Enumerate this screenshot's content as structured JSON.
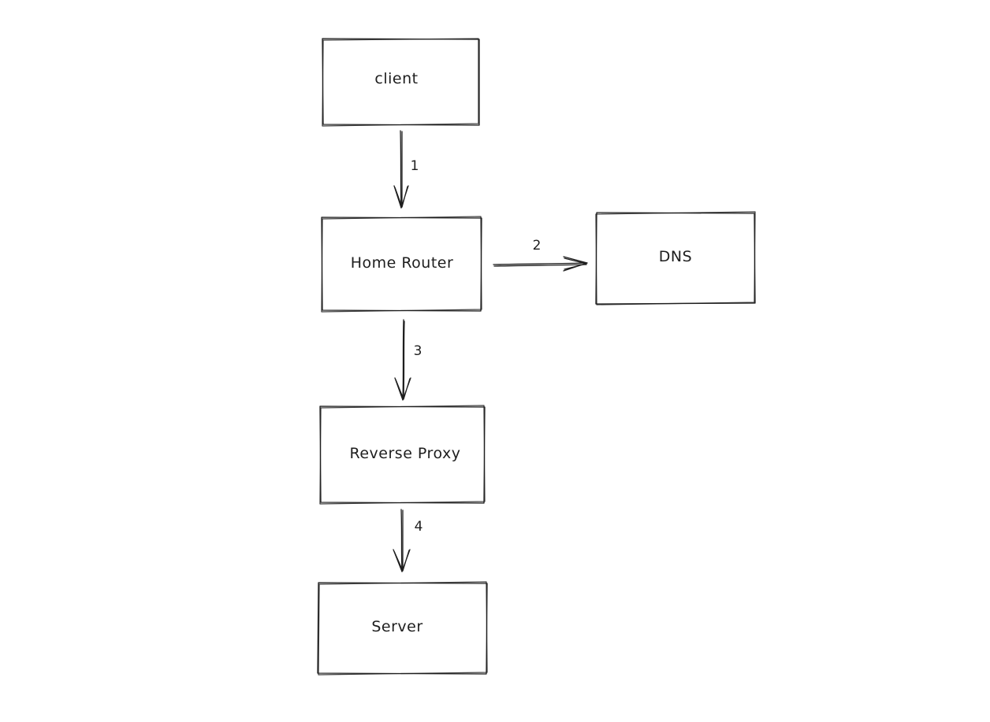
{
  "diagram": {
    "nodes": [
      {
        "id": "client",
        "label": "client"
      },
      {
        "id": "home-router",
        "label": "Home Router"
      },
      {
        "id": "dns",
        "label": "DNS"
      },
      {
        "id": "reverse-proxy",
        "label": "Reverse Proxy"
      },
      {
        "id": "server",
        "label": "Server"
      }
    ],
    "edges": [
      {
        "from": "client",
        "to": "home-router",
        "label": "1"
      },
      {
        "from": "home-router",
        "to": "dns",
        "label": "2"
      },
      {
        "from": "home-router",
        "to": "reverse-proxy",
        "label": "3"
      },
      {
        "from": "reverse-proxy",
        "to": "server",
        "label": "4"
      }
    ]
  }
}
